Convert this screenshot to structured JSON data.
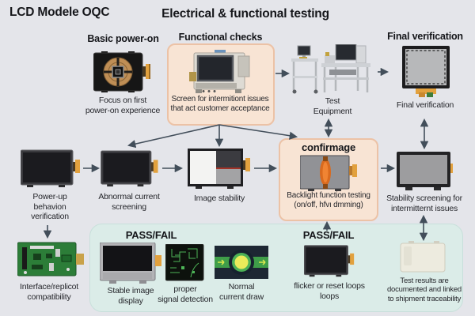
{
  "colors": {
    "background": "#e4e5ea",
    "highlight_box_fill": "#f8e4d4",
    "highlight_box_border": "#ecc2a6",
    "bottom_band_fill": "#dbece8",
    "arrow": "#424e5a",
    "flex_cable_orange": "#e2a13e",
    "pcb_green": "#2c7d38",
    "gauge_green": "#4cb156",
    "gauge_yellow": "#eaeb5a"
  },
  "header": {
    "title": "LCD Modele OQC",
    "heading": "Electrical & functional testing"
  },
  "stages": {
    "basic_power_on": {
      "label": "Basic power-on",
      "caption": "Focus on first\npower-on experience"
    },
    "functional_checks": {
      "label": "Functional checks",
      "caption": "Screen for intermitiont issues\nthat act customer acceptance"
    },
    "test_equipment": {
      "caption": "Test\nEquipment"
    },
    "final_verification": {
      "label": "Final verification",
      "caption": "Final verification"
    },
    "power_up": {
      "caption": "Power-up\nbehavion\nverification"
    },
    "abnormal_current": {
      "caption": "Abnormal current\nscreening"
    },
    "image_stability": {
      "caption": "Image stability"
    },
    "confirmage": {
      "label": "confirmage",
      "caption": "Backlight function testing\n(on/off, hfvı dmming)"
    },
    "stability_screening": {
      "caption": "Stability screening for\nintermitternt issues"
    },
    "interface_compatibility": {
      "caption": "Interface/replicot\ncompatibility"
    },
    "pass_fail_left": {
      "label": "PASS/FAIL"
    },
    "stable_image": {
      "caption": "Stable image\ndisplay"
    },
    "proper_signal": {
      "caption": "proper\nsignal detection"
    },
    "normal_current": {
      "caption": "Normal\ncurrent draw"
    },
    "pass_fail_right": {
      "label": "PASS/FAIL"
    },
    "flicker_loops": {
      "caption": "flicker or reset loops\nloops"
    },
    "test_results": {
      "caption": "Test results are\ndocumented and linked\nto shipment traceability"
    }
  }
}
